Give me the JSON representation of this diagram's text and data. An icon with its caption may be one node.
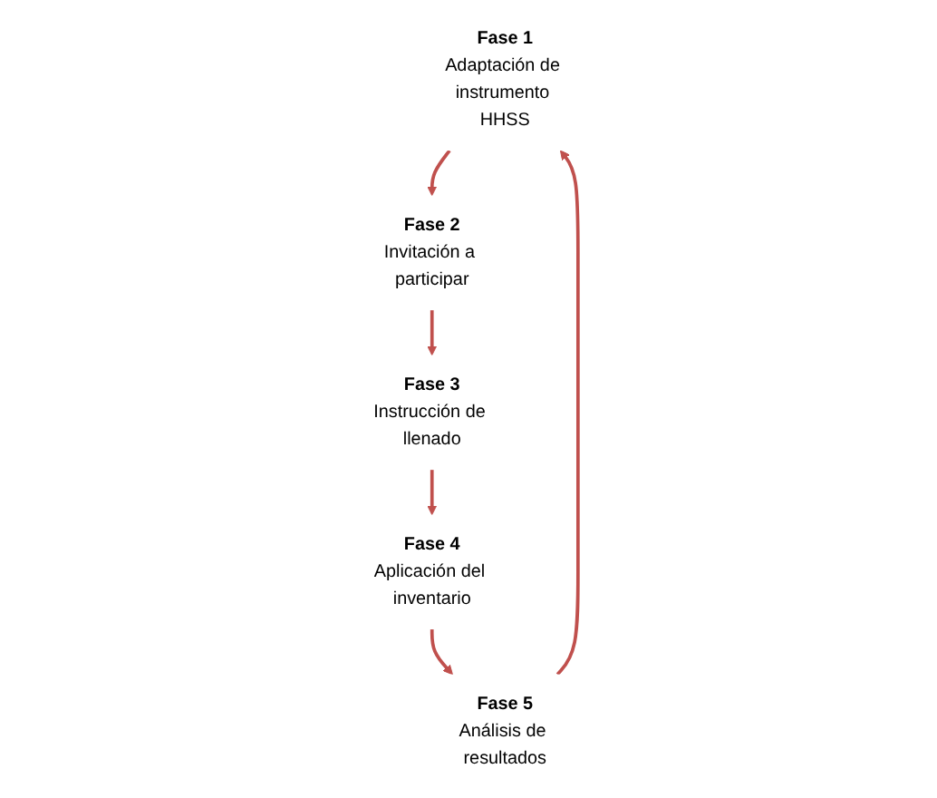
{
  "diagram": {
    "nodes": [
      {
        "text": [
          "Fase 1",
          "Adaptación de instrumento HHSS"
        ]
      },
      {
        "text": [
          "Fase 2",
          "Invitación a participar"
        ]
      },
      {
        "text": [
          "Fase 3",
          "Instrucción de llenado"
        ]
      },
      {
        "text": [
          "Fase 4",
          "Aplicación del inventario"
        ]
      },
      {
        "text": [
          "Fase 5",
          "Análisis de resultados"
        ]
      }
    ],
    "edges": [
      {
        "from": 0,
        "to": 1,
        "arrow": "to"
      },
      {
        "from": 1,
        "to": 2,
        "arrow": "to"
      },
      {
        "from": 2,
        "to": 3,
        "arrow": "to"
      },
      {
        "from": 3,
        "to": 4,
        "arrow": "to"
      },
      {
        "from": 4,
        "to": 0,
        "arrow": "to"
      }
    ]
  }
}
